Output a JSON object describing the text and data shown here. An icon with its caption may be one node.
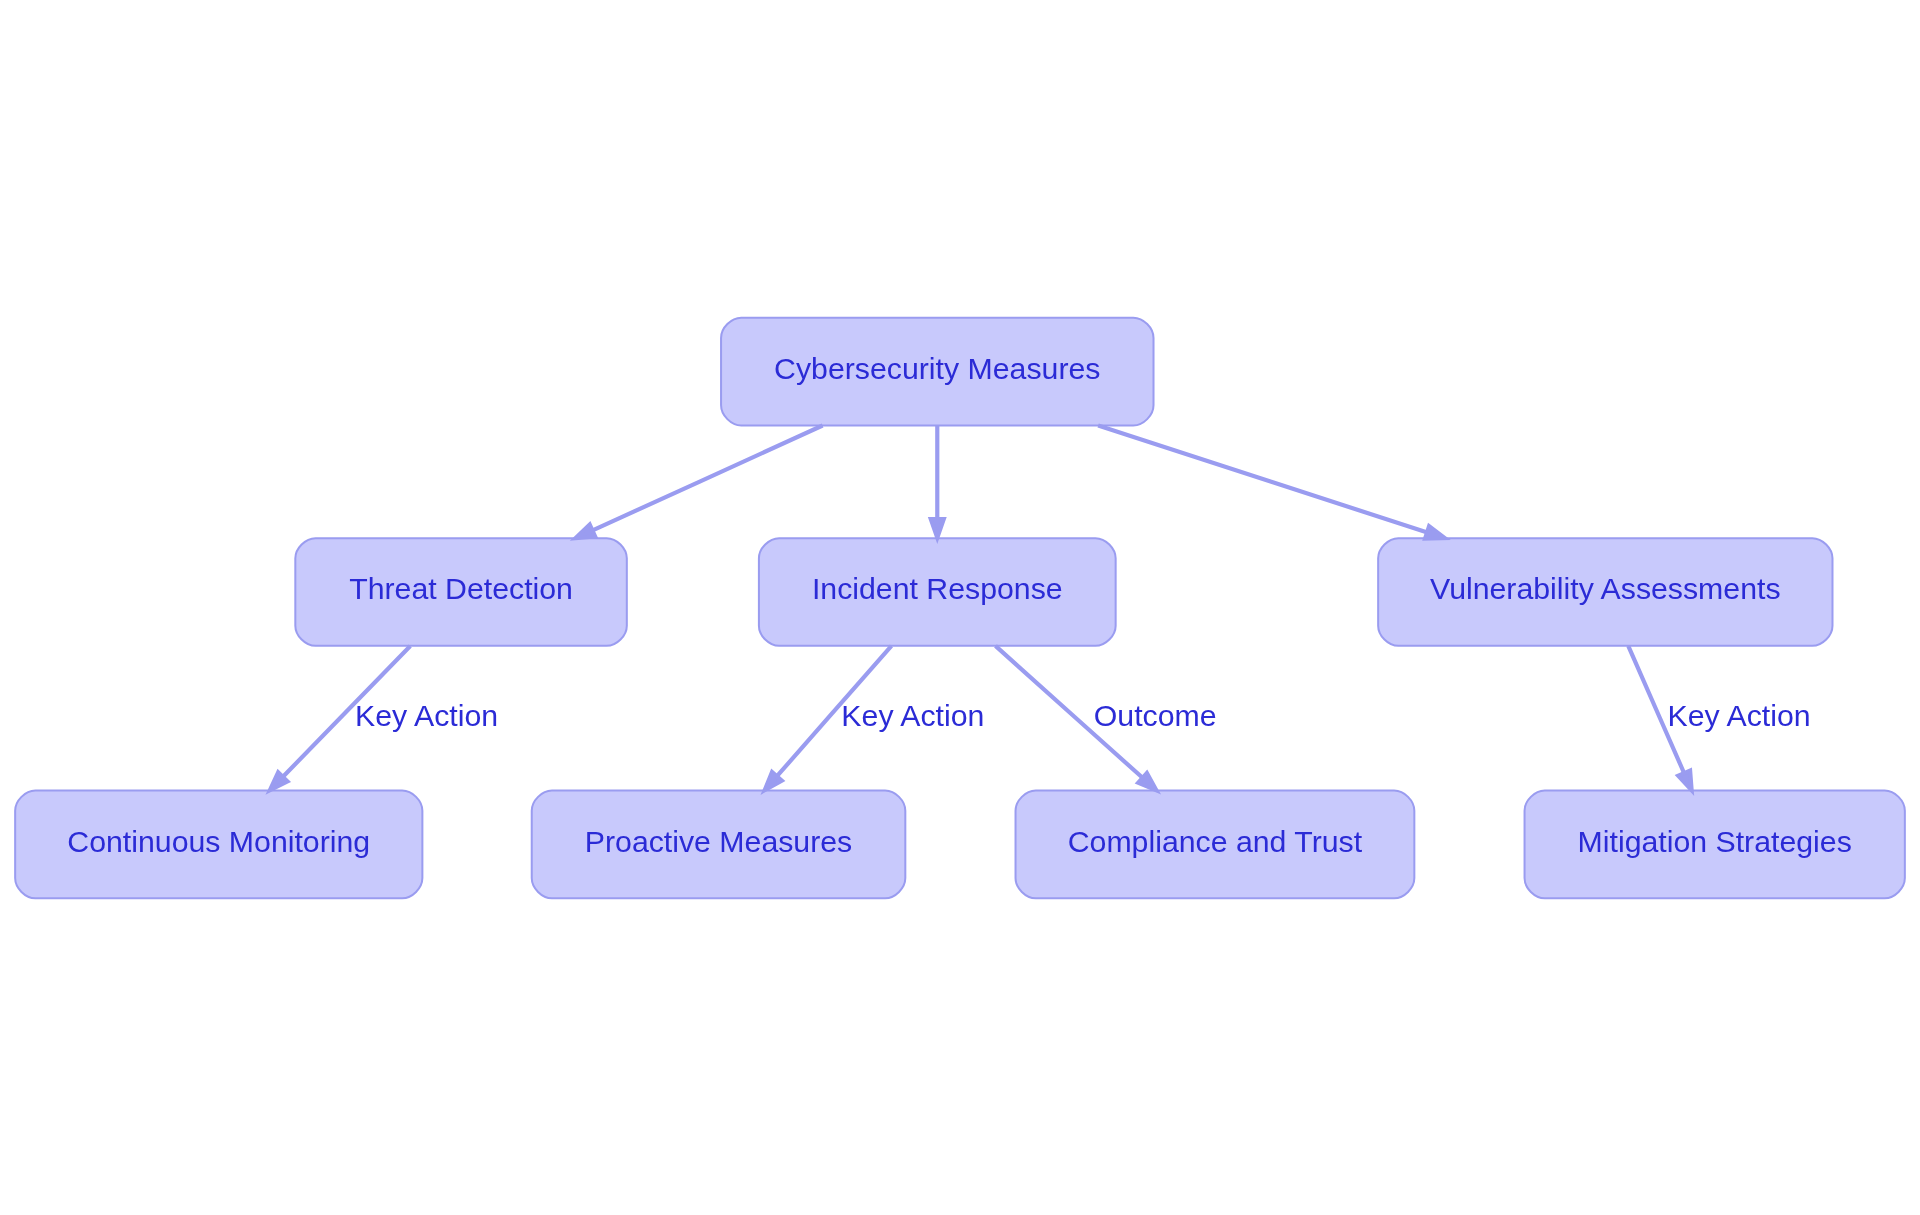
{
  "diagram": {
    "nodes": [
      {
        "text": [
          "Cybersecurity Measures"
        ]
      },
      {
        "text": [
          "Threat Detection"
        ]
      },
      {
        "text": [
          "Incident Response"
        ]
      },
      {
        "text": [
          "Vulnerability Assessments"
        ]
      },
      {
        "text": [
          "Continuous Monitoring"
        ]
      },
      {
        "text": [
          "Proactive Measures"
        ]
      },
      {
        "text": [
          "Compliance and Trust"
        ]
      },
      {
        "text": [
          "Mitigation Strategies"
        ]
      }
    ],
    "edges": [
      {
        "from": 0,
        "to": 1,
        "arrow": "to"
      },
      {
        "from": 0,
        "to": 2,
        "arrow": "to"
      },
      {
        "from": 0,
        "to": 3,
        "arrow": "to"
      },
      {
        "from": 1,
        "to": 4,
        "arrow": "to",
        "label": "Key Action"
      },
      {
        "from": 2,
        "to": 5,
        "arrow": "to",
        "label": "Key Action"
      },
      {
        "from": 2,
        "to": 6,
        "arrow": "to",
        "label": "Outcome"
      },
      {
        "from": 3,
        "to": 7,
        "arrow": "to",
        "label": "Key Action"
      }
    ]
  }
}
